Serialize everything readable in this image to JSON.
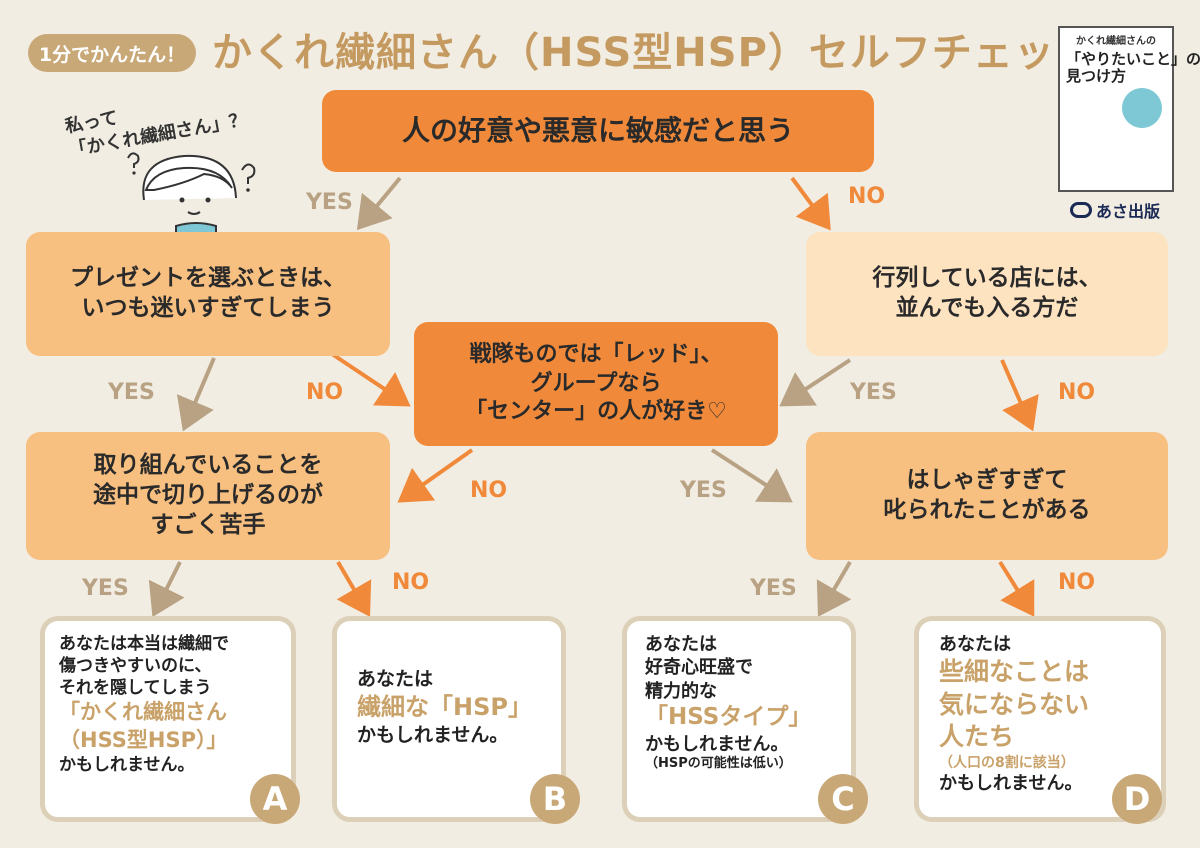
{
  "header": {
    "badge": "1分でかんたん！",
    "title": "かくれ繊細さん（HSS型HSP）セルフチェック"
  },
  "character": {
    "thought": "私って\n「かくれ繊細さん」？"
  },
  "questions": {
    "q1": "人の好意や悪意に敏感だと思う",
    "q2": "プレゼントを選ぶときは、\nいつも迷いすぎてしまう",
    "q3": "行列している店には、\n並んでも入る方だ",
    "q4": "戦隊ものでは「レッド」、\nグループなら\n「センター」の人が好き♡",
    "q5": "取り組んでいることを\n途中で切り上げるのが\nすごく苦手",
    "q6": "はしゃぎすぎて\n叱られたことがある"
  },
  "labels": {
    "yes": "YES",
    "no": "NO"
  },
  "results": {
    "a": {
      "lines": [
        "あなたは本当は繊細で",
        "傷つきやすいのに、",
        "それを隠してしまう"
      ],
      "highlight1": "「かくれ繊細さん",
      "highlight2": "（HSS型HSP）」",
      "end": "かもしれません。",
      "letter": "A"
    },
    "b": {
      "intro": "あなたは",
      "highlight": "繊細な「HSP」",
      "end": "かもしれません。",
      "letter": "B"
    },
    "c": {
      "lines": [
        "あなたは",
        "好奇心旺盛で",
        "精力的な"
      ],
      "highlight": "「HSSタイプ」",
      "end": "かもしれません。",
      "note": "（HSPの可能性は低い）",
      "letter": "C"
    },
    "d": {
      "intro": "あなたは",
      "highlight1": "些細なことは",
      "highlight2": "気にならない",
      "highlight3": "人たち",
      "note": "（人口の8割に該当）",
      "end": "かもしれません。",
      "letter": "D"
    }
  },
  "book": {
    "top": "かくれ繊細さんの",
    "main": "「やりたいこと」の\n見つけ方",
    "publisher": "あさ出版"
  },
  "colors": {
    "dark_orange": "#f08a3a",
    "mid_orange": "#f8c080",
    "light_orange": "#fde3c0",
    "tan": "#c9a878"
  }
}
